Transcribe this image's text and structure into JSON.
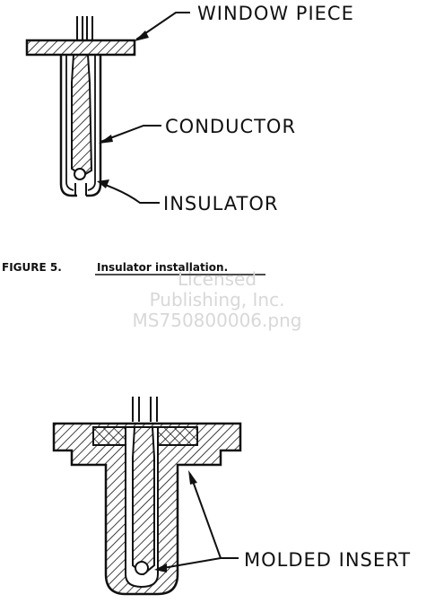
{
  "labels": {
    "window_piece": "WINDOW PIECE",
    "conductor": "CONDUCTOR",
    "insulator": "INSULATOR",
    "molded_insert": "MOLDED INSERT"
  },
  "figure5": {
    "number": "FIGURE 5.",
    "caption": "Insulator installation."
  },
  "watermark": {
    "line1": "Licensed",
    "line2": "Publishing, Inc.",
    "line3": "MS750800006.png"
  }
}
